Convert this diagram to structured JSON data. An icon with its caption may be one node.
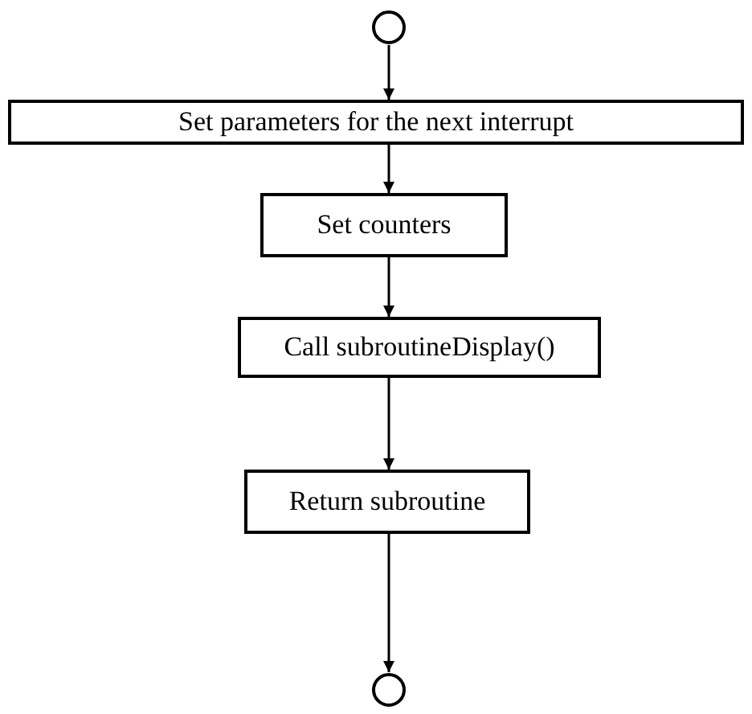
{
  "diagram": {
    "nodes": [
      {
        "text": [],
        "shape": "circle"
      },
      {
        "text": [
          "Set parameters for the next interrupt"
        ]
      },
      {
        "text": [
          "Set counters"
        ]
      },
      {
        "text": [
          "Call subroutineDisplay()"
        ]
      },
      {
        "text": [
          "Return subroutine"
        ]
      },
      {
        "text": [],
        "shape": "circle"
      }
    ],
    "edges": [
      {
        "from": 0,
        "to": 1,
        "arrow": "to"
      },
      {
        "from": 1,
        "to": 2,
        "arrow": "to"
      },
      {
        "from": 2,
        "to": 3,
        "arrow": "to"
      },
      {
        "from": 3,
        "to": 4,
        "arrow": "to"
      },
      {
        "from": 4,
        "to": 5,
        "arrow": "to"
      }
    ]
  }
}
